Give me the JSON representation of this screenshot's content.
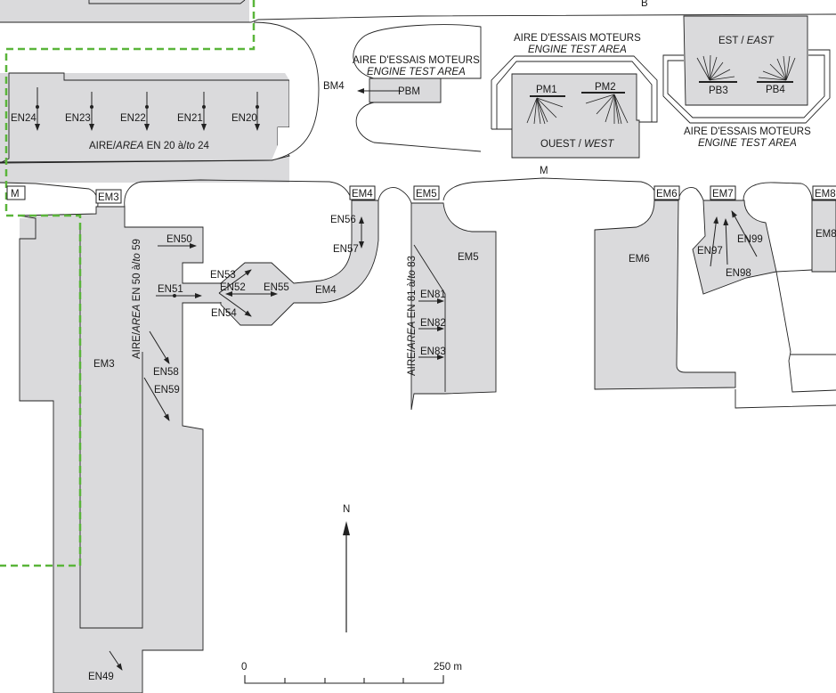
{
  "map": {
    "colors": {
      "apron_fill": "#dadadc",
      "boundary_dashed": "#5ab53a",
      "outline": "#222222"
    },
    "taxiways": {
      "m_left": "M",
      "m_center": "M",
      "b": "B",
      "bm4": "BM4"
    },
    "aprons": {
      "em3_box": "EM3",
      "em4_box": "EM4",
      "em5_box": "EM5",
      "em6_box": "EM6",
      "em7_box": "EM7",
      "em8_box": "EM8",
      "em3": "EM3",
      "em4": "EM4",
      "em5": "EM5",
      "em6": "EM6",
      "em8": "EM8"
    },
    "stands": {
      "en20": "EN20",
      "en21": "EN21",
      "en22": "EN22",
      "en23": "EN23",
      "en24": "EN24",
      "en49": "EN49",
      "en50": "EN50",
      "en51": "EN51",
      "en52": "EN52",
      "en53": "EN53",
      "en54": "EN54",
      "en55": "EN55",
      "en56": "EN56",
      "en57": "EN57",
      "en58": "EN58",
      "en59": "EN59",
      "en81": "EN81",
      "en82": "EN82",
      "en83": "EN83",
      "en97": "EN97",
      "en98": "EN98",
      "en99": "EN99"
    },
    "areas": {
      "en20_24": {
        "aire": "AIRE/",
        "area": "AREA",
        "rest": " EN 20 à/",
        "to": "to",
        "end": " 24"
      },
      "en50_59": {
        "aire": "AIRE/",
        "area": "AREA",
        "rest": " EN 50 à/",
        "to": "to",
        "end": " 59"
      },
      "en81_83": {
        "aire": "AIRE/",
        "area": "AREA",
        "rest": " EN 81 à/",
        "to": "to",
        "end": " 83"
      }
    },
    "engine_test": {
      "pbm": "PBM",
      "pbm_fr": "AIRE D'ESSAIS MOTEURS",
      "pbm_en": "ENGINE TEST AREA",
      "west_fr": "AIRE D'ESSAIS MOTEURS",
      "west_en": "ENGINE TEST AREA",
      "west_label_fr": "OUEST / ",
      "west_label_en": "WEST",
      "east_fr": "AIRE D'ESSAIS MOTEURS",
      "east_en": "ENGINE TEST AREA",
      "east_label_fr": "EST / ",
      "east_label_en": "EAST",
      "pm1": "PM1",
      "pm2": "PM2",
      "pb3": "PB3",
      "pb4": "PB4"
    },
    "north": "N",
    "scale": {
      "start": "0",
      "end": "250 m",
      "divisions": 5
    }
  }
}
